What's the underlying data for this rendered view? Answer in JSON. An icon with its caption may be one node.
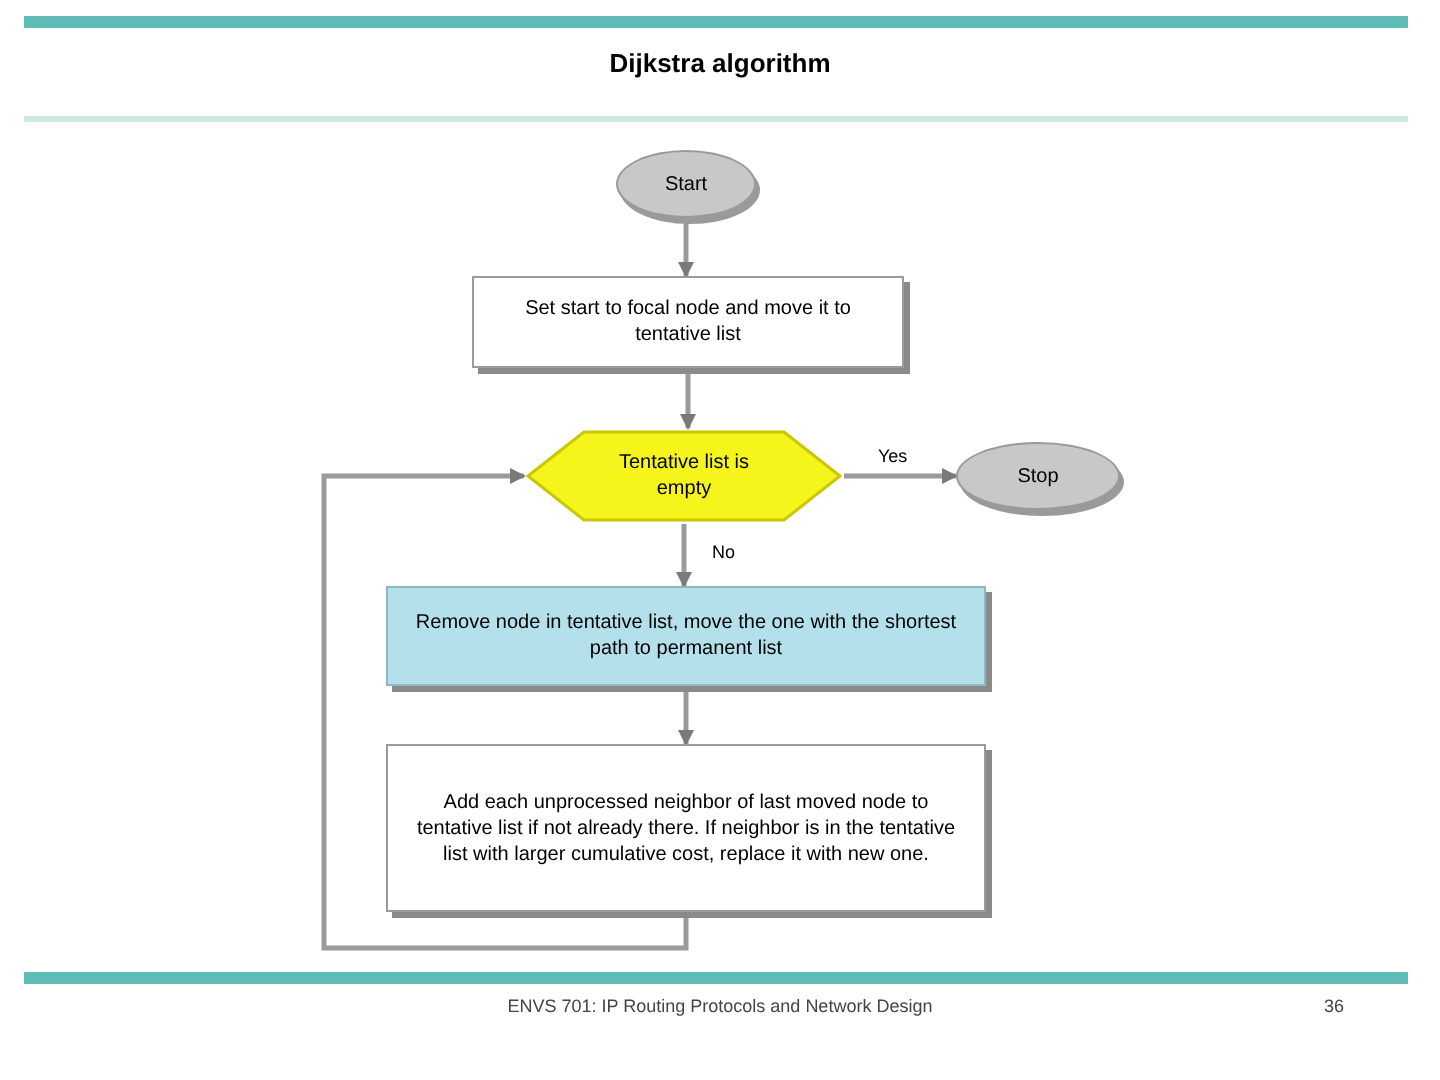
{
  "diagram": {
    "title": "Dijkstra algorithm",
    "nodes": [
      {
        "text": [
          "Start"
        ]
      },
      {
        "text": [
          "Set start to focal node and move it to tentative list"
        ]
      },
      {
        "text": [
          "Tentative list is empty"
        ]
      },
      {
        "text": [
          "Stop"
        ]
      },
      {
        "text": [
          "Remove node in tentative list, move the one with the shortest path to permanent list"
        ]
      },
      {
        "text": [
          "Add each unprocessed neighbor of last moved node to tentative list if not already there. If neighbor is in the tentative list with larger cumulative cost, replace it with new one."
        ]
      }
    ],
    "edges": [
      {
        "from": 0,
        "to": 1,
        "arrow": "to"
      },
      {
        "from": 1,
        "to": 2,
        "arrow": "to"
      },
      {
        "from": 2,
        "to": 3,
        "arrow": "to",
        "label": "Yes"
      },
      {
        "from": 2,
        "to": 4,
        "arrow": "to",
        "label": "No"
      },
      {
        "from": 4,
        "to": 5,
        "arrow": "to"
      },
      {
        "from": 5,
        "to": 2,
        "arrow": "to"
      }
    ],
    "labels": [
      "ENVS 701: IP Routing Protocols and Network Design",
      "36"
    ]
  }
}
